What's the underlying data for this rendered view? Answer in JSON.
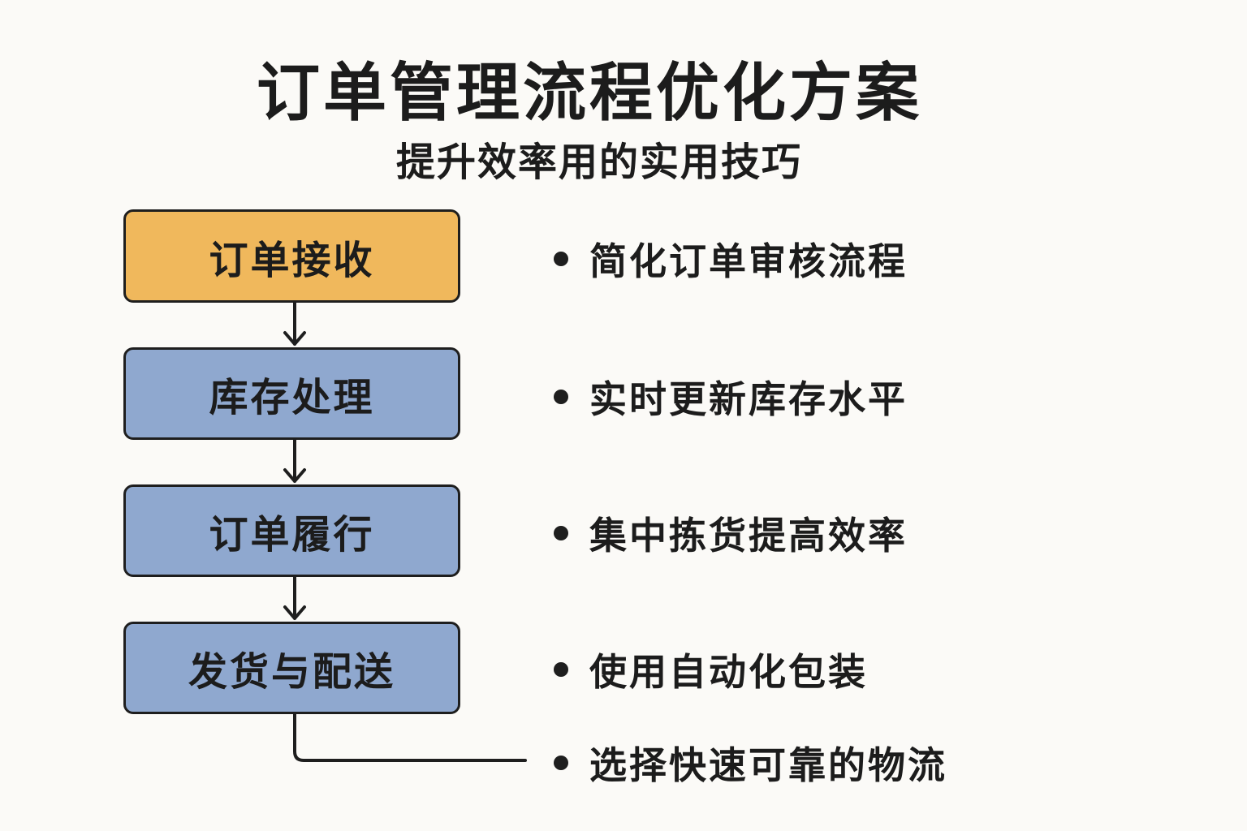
{
  "title": "订单管理流程优化方案",
  "subtitle": "提升效率用的实用技巧",
  "steps": [
    {
      "label": "订单接收",
      "color": "#f0b85c"
    },
    {
      "label": "库存处理",
      "color": "#8fa8cf"
    },
    {
      "label": "订单履行",
      "color": "#8fa8cf"
    },
    {
      "label": "发货与配送",
      "color": "#8fa8cf"
    }
  ],
  "tips": [
    "简化订单审核流程",
    "实时更新库存水平",
    "集中拣货提高效率",
    "使用自动化包装",
    "选择快速可靠的物流"
  ]
}
